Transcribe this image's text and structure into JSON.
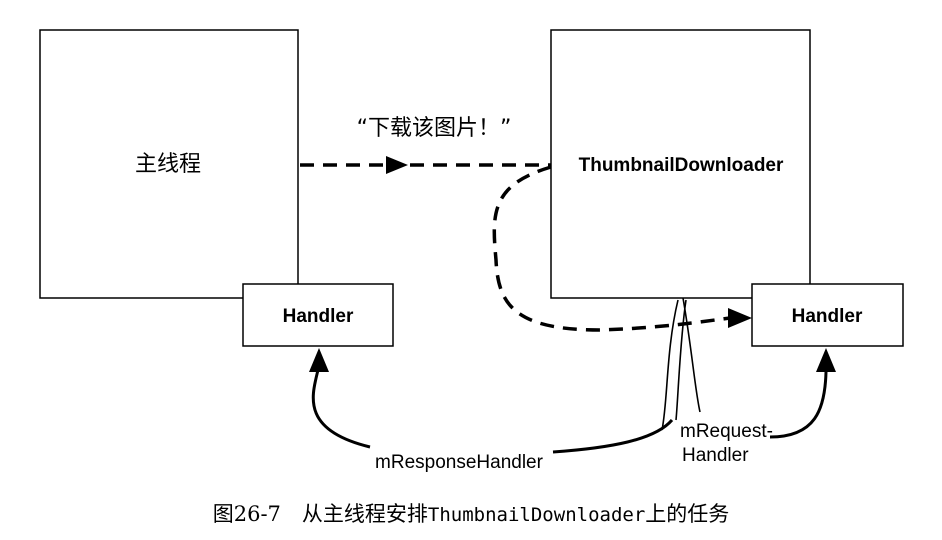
{
  "main_thread": {
    "label": "主线程"
  },
  "main_handler": {
    "label": "Handler"
  },
  "downloader": {
    "label": "ThumbnailDownloader"
  },
  "downloader_handler": {
    "label": "Handler"
  },
  "message": {
    "label": "“下载该图片！”"
  },
  "response_handler": {
    "label": "mResponseHandler"
  },
  "request_handler": {
    "line1": "mRequest-",
    "line2": "Handler"
  },
  "caption": {
    "prefix": "图26-7　从主线程安排",
    "code": "ThumbnailDownloader",
    "suffix": "上的任务"
  }
}
